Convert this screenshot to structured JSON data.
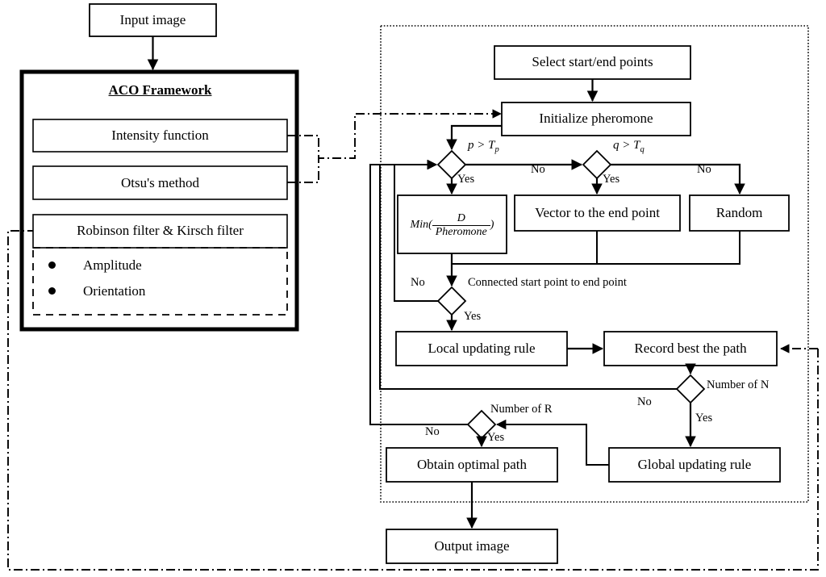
{
  "diagram": {
    "title": "ACO Framework edge detection flowchart",
    "colors": {
      "stroke": "#000000",
      "fill": "#ffffff",
      "background": "#ffffff"
    }
  },
  "left_column": {
    "input_box": {
      "label": "Input image"
    },
    "framework": {
      "title": "ACO Framework",
      "items": [
        {
          "label": "Intensity function"
        },
        {
          "label": "Otsu's method"
        },
        {
          "label": "Robinson filter & Kirsch filter"
        }
      ],
      "bullets": [
        {
          "label": "Amplitude"
        },
        {
          "label": "Orientation"
        }
      ]
    }
  },
  "flowchart": {
    "nodes": [
      {
        "id": "select",
        "label": "Select start/end points"
      },
      {
        "id": "init",
        "label": "Initialize pheromone"
      },
      {
        "id": "min",
        "label": "Min(D/Pheromone)",
        "formula": {
          "prefix": "Min(",
          "numerator": "D",
          "denominator": "Pheromone",
          "suffix": ")"
        }
      },
      {
        "id": "vector",
        "label": "Vector to the end point"
      },
      {
        "id": "random",
        "label": "Random"
      },
      {
        "id": "local",
        "label": "Local updating rule"
      },
      {
        "id": "record",
        "label": "Record best the path"
      },
      {
        "id": "global",
        "label": "Global updating rule"
      },
      {
        "id": "obtain",
        "label": "Obtain optimal path"
      },
      {
        "id": "output",
        "label": "Output image"
      }
    ],
    "decisions": [
      {
        "id": "p_gt_tp",
        "label_main": "p",
        "label_op": ">",
        "label_var": "T",
        "label_sub": "p",
        "yes": "Yes",
        "no": "No"
      },
      {
        "id": "q_gt_tq",
        "label_main": "q",
        "label_op": ">",
        "label_var": "T",
        "label_sub": "q",
        "yes": "Yes",
        "no": "No"
      },
      {
        "id": "connected",
        "label": "Connected start point to end point",
        "yes": "Yes",
        "no": "No"
      },
      {
        "id": "number_n",
        "label": "Number of N",
        "yes": "Yes",
        "no": "No"
      },
      {
        "id": "number_r",
        "label": "Number of R",
        "yes": "Yes",
        "no": "No"
      }
    ],
    "edge_labels": {
      "p_yes": "Yes",
      "p_no": "No",
      "q_yes": "Yes",
      "q_no": "No",
      "connected_yes": "Yes",
      "connected_no": "No",
      "connected_text": "Connected start point to end point",
      "n_yes": "Yes",
      "n_no": "No",
      "n_text": "Number of N",
      "r_yes": "Yes",
      "r_no": "No",
      "r_text": "Number of R"
    }
  }
}
